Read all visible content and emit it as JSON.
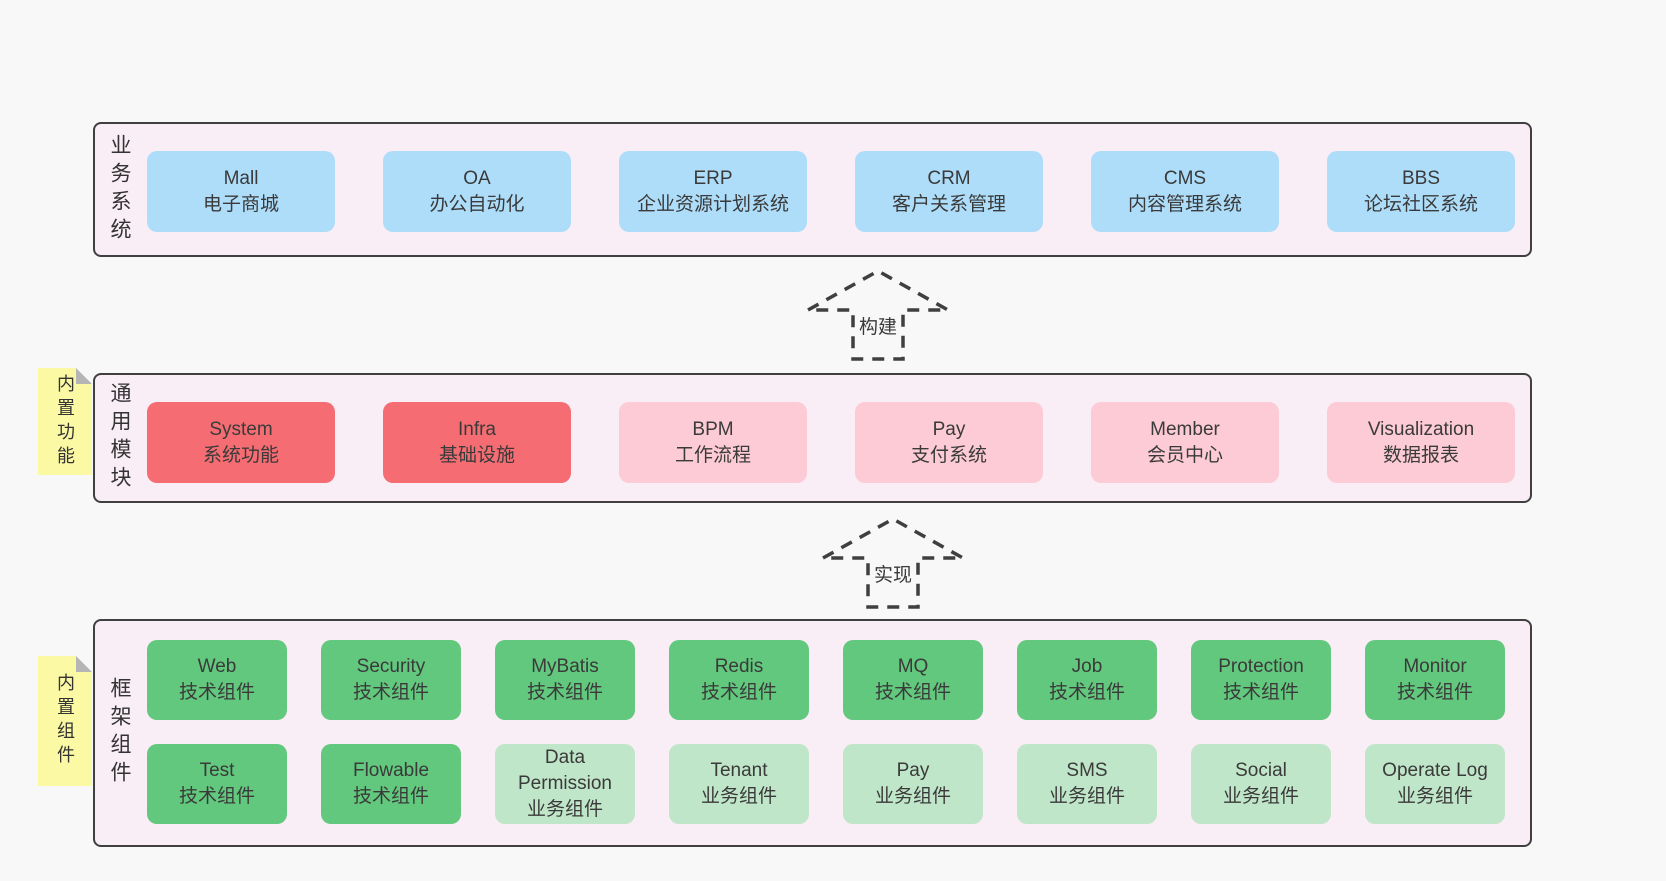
{
  "colors": {
    "page_bg": "#f8f8f8",
    "panel_bg": "#f9edf6",
    "panel_border": "#404040",
    "blue_box": "#aeddfa",
    "red_box": "#f56d72",
    "pink_box": "#fccbd5",
    "green_box": "#62c87d",
    "light_green_box": "#c0e6c9",
    "note_yellow": "#fbf9a3",
    "note_fold_gray": "#b5b5b5",
    "text": "#3a3a3a",
    "arrow_dash": "#3f3f3f"
  },
  "layers": [
    {
      "side_label": "业务系统",
      "boxes": [
        {
          "title": "Mall",
          "subtitle": "电子商城"
        },
        {
          "title": "OA",
          "subtitle": "办公自动化"
        },
        {
          "title": "ERP",
          "subtitle": "企业资源计划系统"
        },
        {
          "title": "CRM",
          "subtitle": "客户关系管理"
        },
        {
          "title": "CMS",
          "subtitle": "内容管理系统"
        },
        {
          "title": "BBS",
          "subtitle": "论坛社区系统"
        }
      ]
    },
    {
      "side_label": "通用模块",
      "note": "内置功能",
      "boxes": [
        {
          "title": "System",
          "subtitle": "系统功能"
        },
        {
          "title": "Infra",
          "subtitle": "基础设施"
        },
        {
          "title": "BPM",
          "subtitle": "工作流程"
        },
        {
          "title": "Pay",
          "subtitle": "支付系统"
        },
        {
          "title": "Member",
          "subtitle": "会员中心"
        },
        {
          "title": "Visualization",
          "subtitle": "数据报表"
        }
      ]
    },
    {
      "side_label": "框架组件",
      "note": "内置组件",
      "rows": [
        {
          "boxes": [
            {
              "title": "Web",
              "subtitle": "技术组件"
            },
            {
              "title": "Security",
              "subtitle": "技术组件"
            },
            {
              "title": "MyBatis",
              "subtitle": "技术组件"
            },
            {
              "title": "Redis",
              "subtitle": "技术组件"
            },
            {
              "title": "MQ",
              "subtitle": "技术组件"
            },
            {
              "title": "Job",
              "subtitle": "技术组件"
            },
            {
              "title": "Protection",
              "subtitle": "技术组件"
            },
            {
              "title": "Monitor",
              "subtitle": "技术组件"
            }
          ]
        },
        {
          "boxes": [
            {
              "title": "Test",
              "subtitle": "技术组件"
            },
            {
              "title": "Flowable",
              "subtitle": "技术组件"
            },
            {
              "title": "Data Permission",
              "subtitle": "业务组件"
            },
            {
              "title": "Tenant",
              "subtitle": "业务组件"
            },
            {
              "title": "Pay",
              "subtitle": "业务组件"
            },
            {
              "title": "SMS",
              "subtitle": "业务组件"
            },
            {
              "title": "Social",
              "subtitle": "业务组件"
            },
            {
              "title": "Operate Log",
              "subtitle": "业务组件"
            }
          ]
        }
      ]
    }
  ],
  "arrows": [
    {
      "label": "构建"
    },
    {
      "label": "实现"
    }
  ]
}
